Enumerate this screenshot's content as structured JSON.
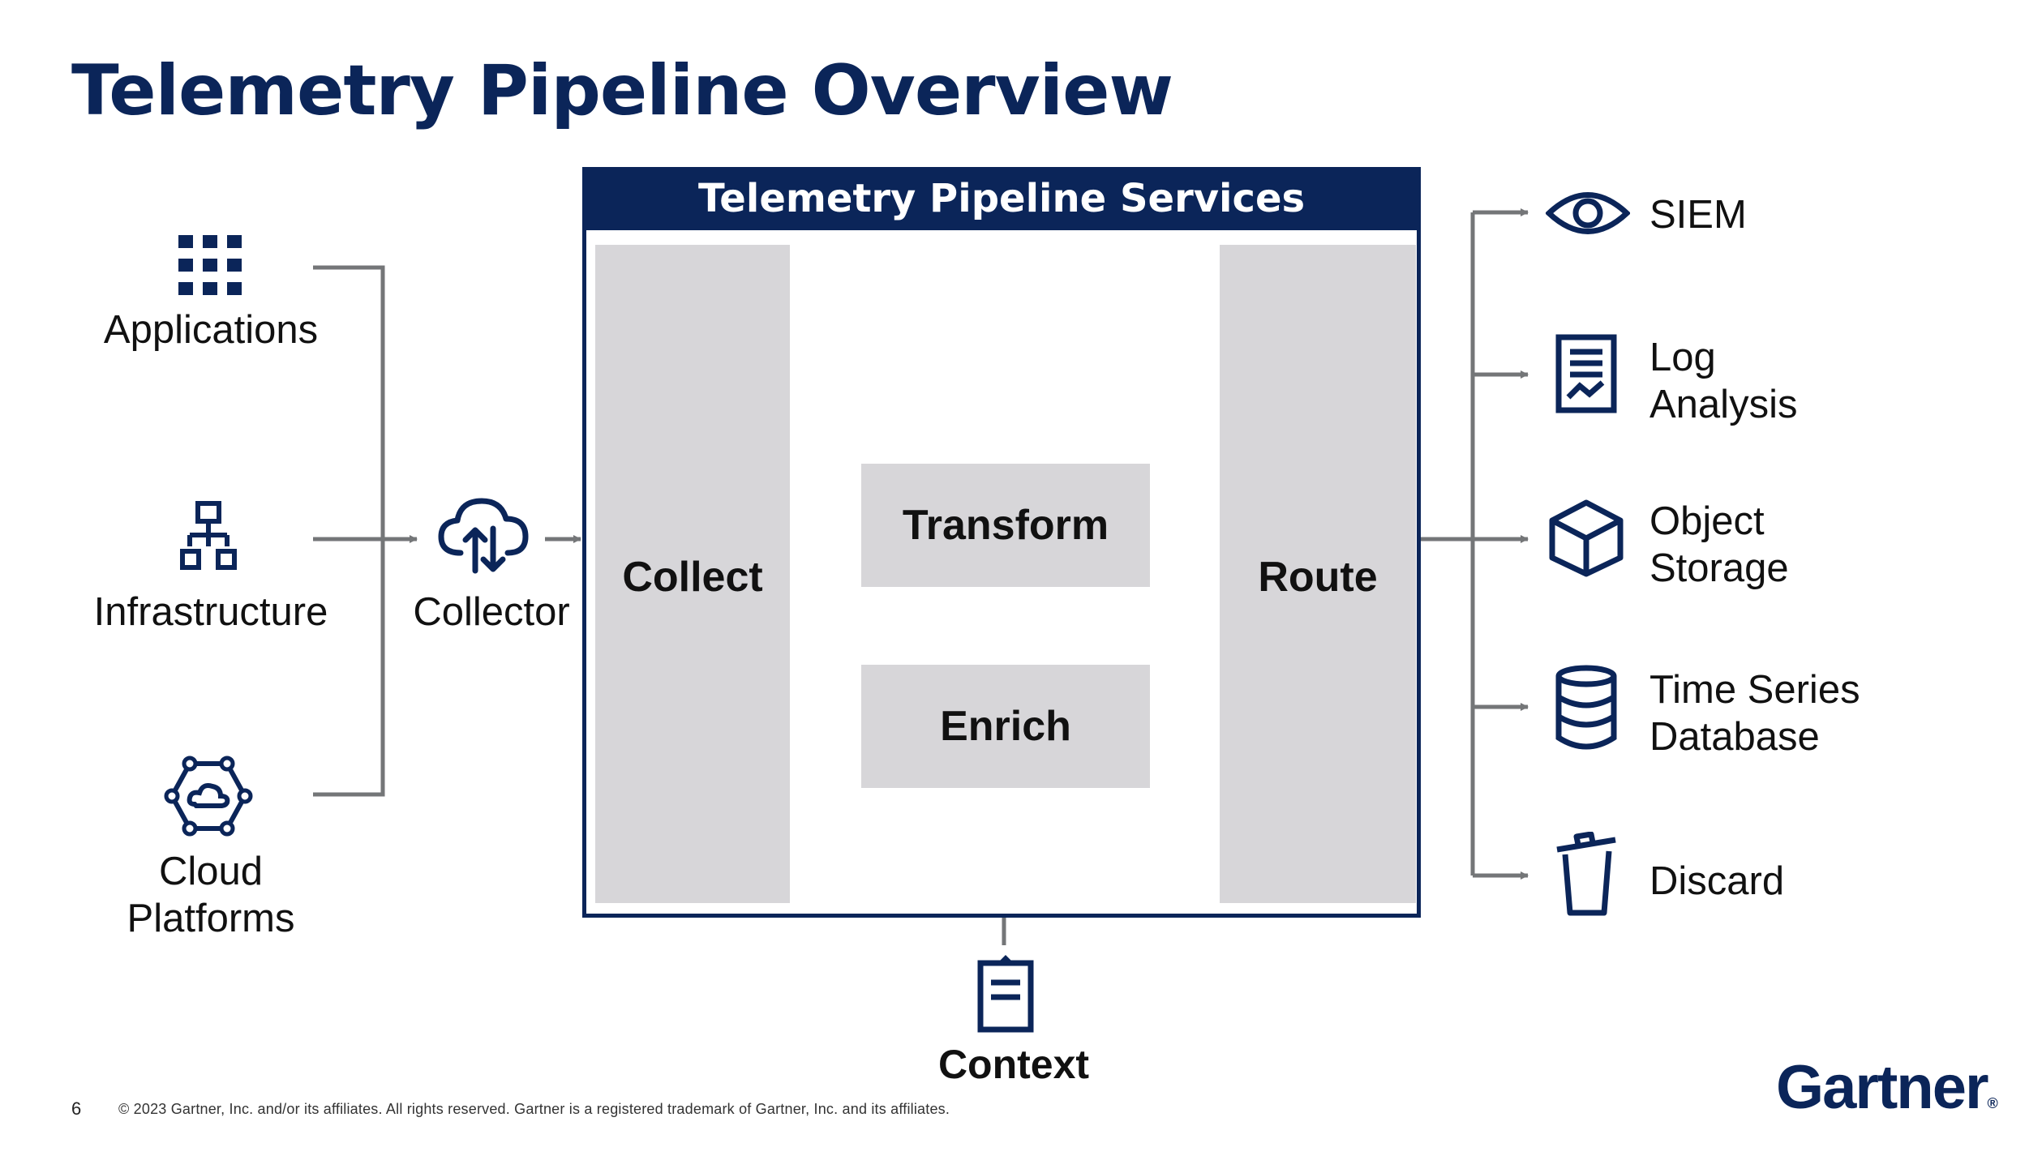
{
  "title": "Telemetry Pipeline Overview",
  "sources": [
    {
      "label": "Applications",
      "icon": "grid-icon"
    },
    {
      "label": "Infrastructure",
      "icon": "network-hierarchy-icon"
    },
    {
      "label_line1": "Cloud",
      "label_line2": "Platforms",
      "icon": "cloud-network-icon"
    }
  ],
  "collector": {
    "label": "Collector",
    "icon": "cloud-sync-icon"
  },
  "services": {
    "header": "Telemetry Pipeline Services",
    "collect": "Collect",
    "route": "Route",
    "transform": "Transform",
    "enrich": "Enrich"
  },
  "context": {
    "label": "Context",
    "icon": "clipboard-icon"
  },
  "destinations": [
    {
      "line1": "SIEM",
      "line2": "",
      "icon": "eye-icon"
    },
    {
      "line1": "Log",
      "line2": "Analysis",
      "icon": "report-chart-icon"
    },
    {
      "line1": "Object",
      "line2": "Storage",
      "icon": "cube-icon"
    },
    {
      "line1": "Time Series",
      "line2": "Database",
      "icon": "database-icon"
    },
    {
      "line1": "Discard",
      "line2": "",
      "icon": "trash-icon"
    }
  ],
  "footer": {
    "page_number": "6",
    "copyright": "© 2023 Gartner, Inc. and/or its affiliates. All rights reserved. Gartner is a registered trademark of Gartner, Inc. and its affiliates.",
    "logo": "Gartner",
    "logo_mark": "®"
  },
  "colors": {
    "navy": "#0b2559",
    "panel_gray": "#d7d6d9",
    "connector_gray": "#747678"
  }
}
